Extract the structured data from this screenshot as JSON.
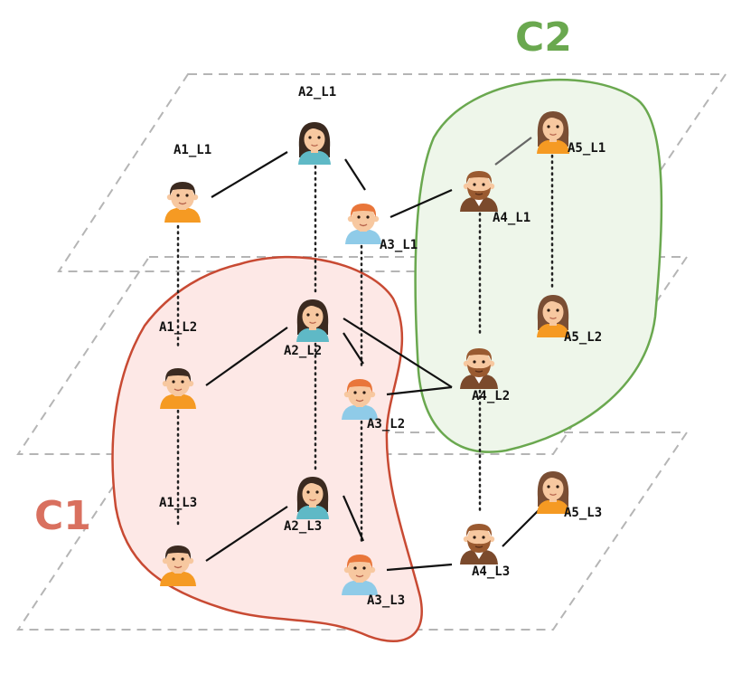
{
  "communities": [
    {
      "id": "C1",
      "label": "C1",
      "stroke": "#c84a33",
      "fill": "#fde8e6",
      "text": "#d9705f"
    },
    {
      "id": "C2",
      "label": "C2",
      "stroke": "#6aa84f",
      "fill": "#eef6ea",
      "text": "#6aa84f"
    }
  ],
  "colors": {
    "skin": "#f7c8a0",
    "hair_dark": "#3b2a20",
    "hair_ginger": "#e9763a",
    "hair_brown_f": "#7a4e34",
    "shirt_orange": "#f59a23",
    "shirt_blue": "#8fcbe8",
    "shirt_teal": "#5fb9c6",
    "plane_stroke": "#b5b5b5"
  },
  "layers": [
    "L1",
    "L2",
    "L3"
  ],
  "nodes": [
    {
      "id": "A1_L1",
      "label": "A1_L1",
      "avatar": "boy-dark-icon"
    },
    {
      "id": "A2_L1",
      "label": "A2_L1",
      "avatar": "girl-dark-icon"
    },
    {
      "id": "A3_L1",
      "label": "A3_L1",
      "avatar": "boy-ginger-icon"
    },
    {
      "id": "A4_L1",
      "label": "A4_L1",
      "avatar": "man-beard-icon"
    },
    {
      "id": "A5_L1",
      "label": "A5_L1",
      "avatar": "woman-brown-icon"
    },
    {
      "id": "A1_L2",
      "label": "A1_L2",
      "avatar": "boy-dark-icon"
    },
    {
      "id": "A2_L2",
      "label": "A2_L2",
      "avatar": "girl-dark-icon"
    },
    {
      "id": "A3_L2",
      "label": "A3_L2",
      "avatar": "boy-ginger-icon"
    },
    {
      "id": "A4_L2",
      "label": "A4_L2",
      "avatar": "man-beard-icon"
    },
    {
      "id": "A5_L2",
      "label": "A5_L2",
      "avatar": "woman-brown-icon"
    },
    {
      "id": "A1_L3",
      "label": "A1_L3",
      "avatar": "boy-dark-icon"
    },
    {
      "id": "A2_L3",
      "label": "A2_L3",
      "avatar": "girl-dark-icon"
    },
    {
      "id": "A3_L3",
      "label": "A3_L3",
      "avatar": "boy-ginger-icon"
    },
    {
      "id": "A4_L3",
      "label": "A4_L3",
      "avatar": "man-beard-icon"
    },
    {
      "id": "A5_L3",
      "label": "A5_L3",
      "avatar": "woman-brown-icon"
    }
  ],
  "intra_edges": [
    [
      "A1_L1",
      "A2_L1"
    ],
    [
      "A2_L1",
      "A3_L1"
    ],
    [
      "A3_L1",
      "A4_L1"
    ],
    [
      "A4_L1",
      "A5_L1"
    ],
    [
      "A1_L2",
      "A2_L2"
    ],
    [
      "A2_L2",
      "A4_L2"
    ],
    [
      "A3_L2",
      "A4_L2"
    ],
    [
      "A2_L2",
      "A3_L2"
    ],
    [
      "A1_L3",
      "A2_L3"
    ],
    [
      "A2_L3",
      "A3_L3"
    ],
    [
      "A3_L3",
      "A4_L3"
    ],
    [
      "A4_L3",
      "A5_L3"
    ]
  ],
  "inter_layer_links": [
    [
      "A1_L1",
      "A1_L2"
    ],
    [
      "A1_L2",
      "A1_L3"
    ],
    [
      "A2_L1",
      "A2_L2"
    ],
    [
      "A2_L2",
      "A2_L3"
    ],
    [
      "A3_L1",
      "A3_L2"
    ],
    [
      "A3_L2",
      "A3_L3"
    ],
    [
      "A4_L1",
      "A4_L2"
    ],
    [
      "A4_L2",
      "A4_L3"
    ],
    [
      "A5_L1",
      "A5_L2"
    ]
  ]
}
